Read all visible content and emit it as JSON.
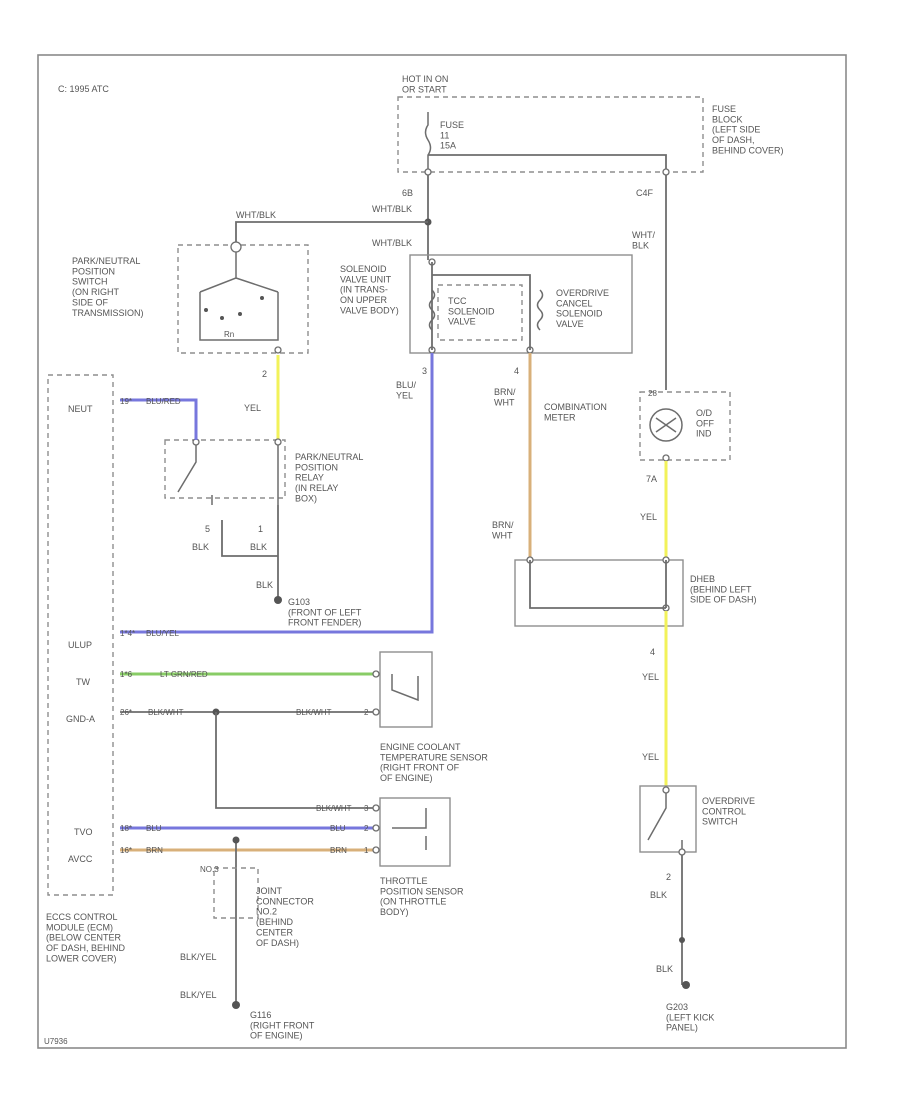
{
  "header": {
    "code": "C: 1995 ATC",
    "footer_code": "U7936"
  },
  "power": {
    "hot_label": "HOT IN ON\nOR START",
    "fuse_label": "FUSE\n11\n15A",
    "fuse_block": "FUSE\nBLOCK\n(LEFT SIDE\nOF DASH,\nBEHIND COVER)",
    "pin_6b": "6B",
    "pin_c4f": "C4F",
    "wire_wht_blk_1": "WHT/BLK",
    "wire_wht_blk_2": "WHT/BLK",
    "wire_wht_blk_3": "WHT/BLK",
    "wire_wht_blk_right": "WHT/\nBLK"
  },
  "pn_switch": {
    "label": "PARK/NEUTRAL\nPOSITION\nSWITCH\n(ON RIGHT\nSIDE OF\nTRANSMISSION)",
    "pin": "2",
    "wire": "YEL"
  },
  "solenoid": {
    "unit_label": "SOLENOID\nVALVE UNIT\n(IN TRANS-\nON UPPER\nVALVE BODY)",
    "tcc_label": "TCC\nSOLENOID\nVALVE",
    "od_label": "OVERDRIVE\nCANCEL\nSOLENOID\nVALVE",
    "pin_left": "3",
    "wire_left": "BLU/\nYEL",
    "pin_right": "4",
    "wire_right": "BRN/\nWHT"
  },
  "meter": {
    "label": "COMBINATION\nMETER",
    "lamp_label": "O/D\nOFF\nIND",
    "pin_top": "28",
    "pin_bottom": "7A",
    "wire": "YEL"
  },
  "relay": {
    "label": "PARK/NEUTRAL\nPOSITION\nRELAY\n(IN RELAY\nBOX)",
    "pin_left": "5",
    "pin_right": "1",
    "wire_left": "BLK",
    "wire_right": "BLK",
    "wire_down": "BLK",
    "ground": "G103\n(FRONT OF LEFT\nFRONT FENDER)"
  },
  "j_box": {
    "label": "DHEB\n(BEHIND LEFT\nSIDE OF DASH)",
    "wire_in": "BRN/\nWHT",
    "pin": "4",
    "wire_out_1": "YEL",
    "wire_out_2": "YEL"
  },
  "od_switch": {
    "label": "OVERDRIVE\nCONTROL\nSWITCH",
    "pin": "2",
    "wire": "BLK",
    "wire_2": "BLK",
    "ground": "G203\n(LEFT KICK\nPANEL)"
  },
  "ecm": {
    "label": "ECCS CONTROL\nMODULE (ECM)\n(BELOW CENTER\nOF DASH, BEHIND\nLOWER COVER)",
    "neut": "NEUT",
    "ulup": "ULUP",
    "tw": "TW",
    "gnd_a": "GND-A",
    "tvo": "TVO",
    "avcc": "AVCC",
    "neut_pin": "19*",
    "neut_wire": "BLU/RED",
    "ulup_pin": "1*4*",
    "ulup_wire": "BLU/YEL",
    "tw_pin": "1*6",
    "tw_wire": "LT GRN/RED",
    "gnd_pin": "26*",
    "gnd_wire": "BLK/WHT",
    "tvo_pin": "18*",
    "tvo_wire": "BLU",
    "avcc_pin": "16*",
    "avcc_wire": "BRN"
  },
  "ect": {
    "label": "ENGINE COOLANT\nTEMPERATURE SENSOR\n(RIGHT FRONT OF\nOF ENGINE)",
    "wire": "BLK/WHT",
    "pin": "2"
  },
  "tps": {
    "label": "THROTTLE\nPOSITION SENSOR\n(ON THROTTLE\nBODY)",
    "wire_top": "BLK/WHT",
    "wire_mid": "BLU",
    "wire_bot": "BRN",
    "pin_top": "3",
    "pin_mid": "2",
    "pin_bot": "1"
  },
  "ground_bottom": {
    "j_label": "JOINT\nCONNECTOR\nNO.2\n(BEHIND\nCENTER\nOF DASH)",
    "pin": "NO.3",
    "wire_1": "BLK/YEL",
    "wire_2": "BLK/YEL",
    "ground": "G116\n(RIGHT FRONT\nOF ENGINE)"
  }
}
